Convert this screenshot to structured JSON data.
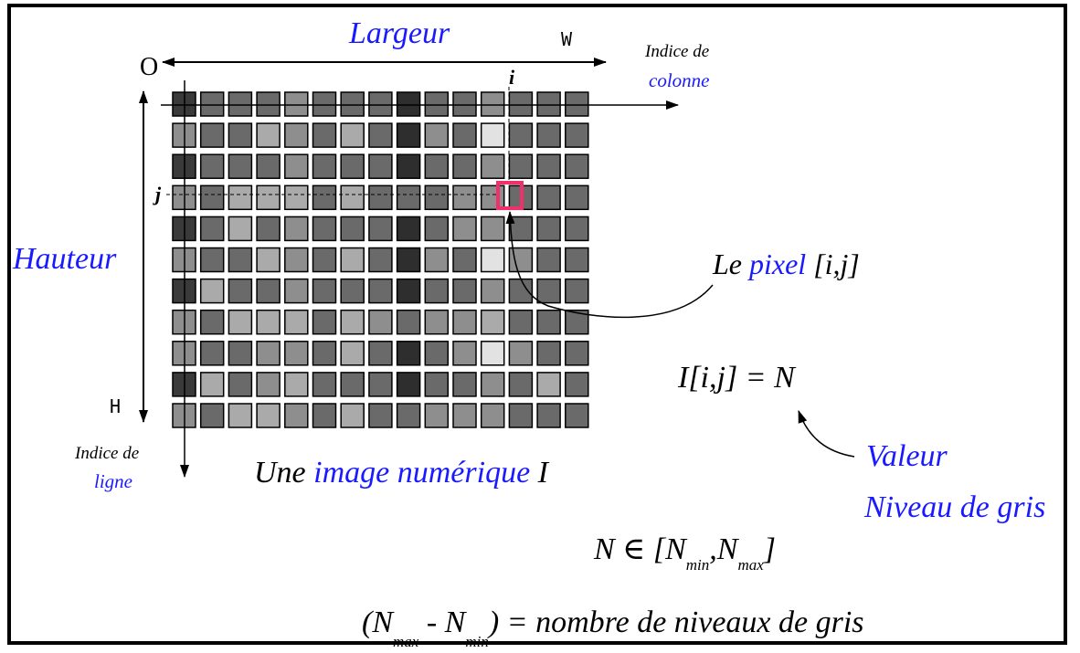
{
  "labels": {
    "width_word": "Largeur",
    "width_letter": "W",
    "origin": "O",
    "column_index_1": "Indice de",
    "column_index_2": "colonne",
    "i_label": "i",
    "j_label": "j",
    "height_word": "Hauteur",
    "height_letter": "H",
    "row_index_1": "Indice de",
    "row_index_2": "ligne",
    "pixel_prefix": "Le ",
    "pixel_word": "pixel",
    "pixel_suffix": " [i,j]",
    "caption_prefix": "Une ",
    "caption_blue": "image numérique",
    "caption_suffix": " I",
    "equation": "I[i,j] = N",
    "value_word": "Valeur",
    "gray_level": "Niveau de gris",
    "range_prefix": "N ∈ [N",
    "range_min_sub": "min",
    "range_sep": ",N",
    "range_max_sub": "max",
    "range_close": "]",
    "count_open": "(N",
    "count_max_sub": "max",
    "count_minus": " - N",
    "count_min_sub": "min",
    "count_rest": ") = nombre de niveaux de gris"
  },
  "grid": {
    "rows": 11,
    "cols": 15,
    "highlight": {
      "row": 3,
      "col": 11
    },
    "row_patterns": [
      [
        "#3a3a3a",
        "#6a6a6a",
        "#6a6a6a",
        "#6a6a6a",
        "#8e8e8e",
        "#6a6a6a",
        "#6a6a6a",
        "#6a6a6a",
        "#2e2e2e",
        "#6a6a6a",
        "#6a6a6a",
        "#8e8e8e",
        "#6a6a6a",
        "#6a6a6a",
        "#6a6a6a"
      ],
      [
        "#8e8e8e",
        "#6a6a6a",
        "#6a6a6a",
        "#aaaaaa",
        "#8e8e8e",
        "#6a6a6a",
        "#aaaaaa",
        "#6a6a6a",
        "#2e2e2e",
        "#8e8e8e",
        "#6a6a6a",
        "#e2e2e2",
        "#6a6a6a",
        "#6a6a6a",
        "#6a6a6a"
      ],
      [
        "#3a3a3a",
        "#6a6a6a",
        "#6a6a6a",
        "#6a6a6a",
        "#8e8e8e",
        "#6a6a6a",
        "#6a6a6a",
        "#6a6a6a",
        "#2e2e2e",
        "#6a6a6a",
        "#6a6a6a",
        "#8e8e8e",
        "#6a6a6a",
        "#6a6a6a",
        "#6a6a6a"
      ],
      [
        "#8e8e8e",
        "#6a6a6a",
        "#aaaaaa",
        "#aaaaaa",
        "#aaaaaa",
        "#6a6a6a",
        "#aaaaaa",
        "#6a6a6a",
        "#6a6a6a",
        "#6a6a6a",
        "#8e8e8e",
        "#8e8e8e",
        "#6a6a6a",
        "#6a6a6a",
        "#6a6a6a"
      ],
      [
        "#3a3a3a",
        "#6a6a6a",
        "#aaaaaa",
        "#6a6a6a",
        "#8e8e8e",
        "#6a6a6a",
        "#6a6a6a",
        "#6a6a6a",
        "#2e2e2e",
        "#6a6a6a",
        "#8e8e8e",
        "#8e8e8e",
        "#6a6a6a",
        "#6a6a6a",
        "#6a6a6a"
      ],
      [
        "#8e8e8e",
        "#6a6a6a",
        "#6a6a6a",
        "#aaaaaa",
        "#8e8e8e",
        "#6a6a6a",
        "#aaaaaa",
        "#6a6a6a",
        "#2e2e2e",
        "#8e8e8e",
        "#6a6a6a",
        "#e2e2e2",
        "#8e8e8e",
        "#6a6a6a",
        "#6a6a6a"
      ],
      [
        "#3a3a3a",
        "#aaaaaa",
        "#6a6a6a",
        "#6a6a6a",
        "#8e8e8e",
        "#6a6a6a",
        "#6a6a6a",
        "#6a6a6a",
        "#2e2e2e",
        "#6a6a6a",
        "#6a6a6a",
        "#8e8e8e",
        "#6a6a6a",
        "#6a6a6a",
        "#6a6a6a"
      ],
      [
        "#8e8e8e",
        "#6a6a6a",
        "#aaaaaa",
        "#aaaaaa",
        "#aaaaaa",
        "#6a6a6a",
        "#aaaaaa",
        "#8e8e8e",
        "#6a6a6a",
        "#8e8e8e",
        "#8e8e8e",
        "#aaaaaa",
        "#6a6a6a",
        "#6a6a6a",
        "#6a6a6a"
      ],
      [
        "#8e8e8e",
        "#6a6a6a",
        "#6a6a6a",
        "#8e8e8e",
        "#8e8e8e",
        "#6a6a6a",
        "#aaaaaa",
        "#6a6a6a",
        "#2e2e2e",
        "#6a6a6a",
        "#8e8e8e",
        "#e2e2e2",
        "#8e8e8e",
        "#6a6a6a",
        "#6a6a6a"
      ],
      [
        "#3a3a3a",
        "#aaaaaa",
        "#6a6a6a",
        "#8e8e8e",
        "#aaaaaa",
        "#6a6a6a",
        "#6a6a6a",
        "#6a6a6a",
        "#2e2e2e",
        "#6a6a6a",
        "#6a6a6a",
        "#8e8e8e",
        "#6a6a6a",
        "#aaaaaa",
        "#6a6a6a"
      ],
      [
        "#8e8e8e",
        "#6a6a6a",
        "#aaaaaa",
        "#aaaaaa",
        "#8e8e8e",
        "#6a6a6a",
        "#aaaaaa",
        "#6a6a6a",
        "#6a6a6a",
        "#8e8e8e",
        "#8e8e8e",
        "#8e8e8e",
        "#6a6a6a",
        "#6a6a6a",
        "#6a6a6a"
      ]
    ]
  },
  "colors": {
    "blue_text": "#1a1aff",
    "highlight": "#f0306a",
    "cell_border": "#000000"
  }
}
